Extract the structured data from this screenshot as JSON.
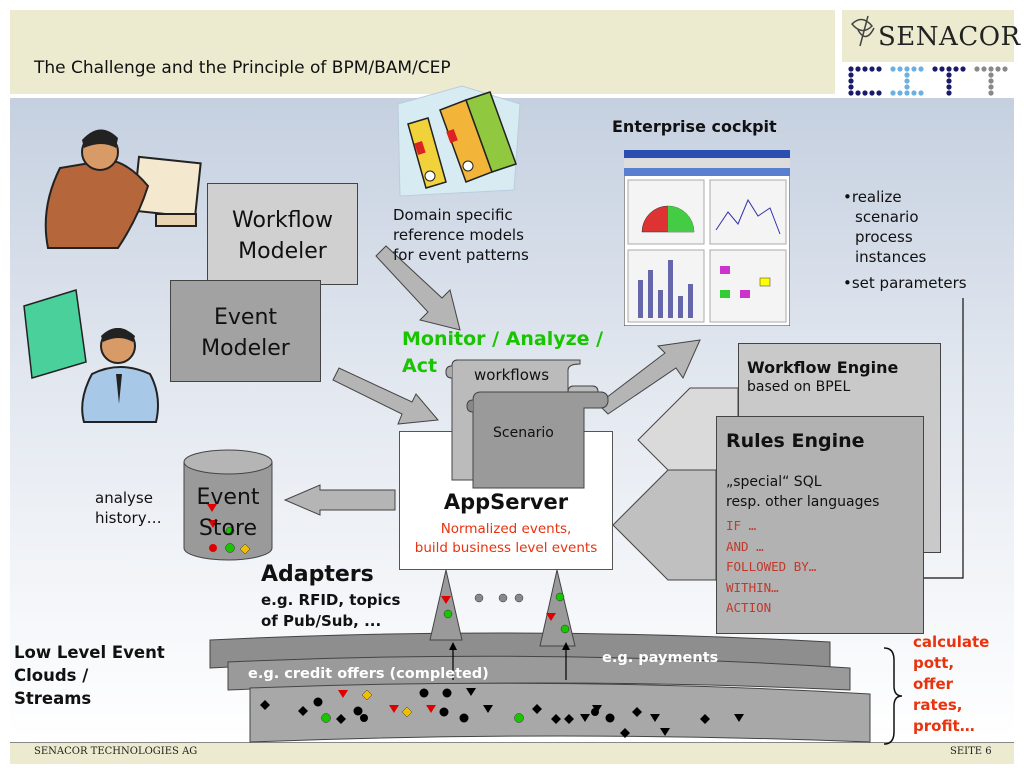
{
  "header": {
    "title": "The Challenge and the Principle of BPM/BAM/CEP"
  },
  "logo": {
    "company": "SENACOR",
    "partner": "CITT"
  },
  "footer": {
    "left": "SENACOR TECHNOLOGIES AG",
    "right": "SEITE 6"
  },
  "diagram": {
    "workflow_modeler": [
      "Workflow",
      "Modeler"
    ],
    "event_modeler": [
      "Event",
      "Modeler"
    ],
    "domain_models": [
      "Domain specific",
      "reference models",
      "for event patterns"
    ],
    "enterprise_cockpit": "Enterprise cockpit",
    "cockpit_bullets": [
      "realize scenario process instances",
      "set parameters"
    ],
    "monitor": [
      "Monitor / Analyze /",
      "Act"
    ],
    "workflows": "workflows",
    "scenario": "Scenario",
    "appserver": {
      "title": "AppServer",
      "subtitle": [
        "Normalized events,",
        "build business level events"
      ]
    },
    "workflow_engine": {
      "title": "Workflow Engine",
      "subtitle": "based on BPEL"
    },
    "rules_engine": {
      "title": "Rules Engine",
      "subtitle": [
        "„special“ SQL",
        "resp. other languages"
      ],
      "code": [
        "IF …",
        "AND …",
        "FOLLOWED BY…",
        "WITHIN…",
        "ACTION"
      ]
    },
    "event_store": [
      "Event",
      "Store"
    ],
    "analyse": [
      "analyse",
      "history…"
    ],
    "adapters": {
      "title": "Adapters",
      "subtitle": [
        "e.g. RFID, topics",
        "of Pub/Sub, ..."
      ]
    },
    "low_level": [
      "Low Level Event",
      "Clouds /",
      "Streams"
    ],
    "stream_credit": "e.g. credit offers (completed)",
    "stream_payments": "e.g. payments",
    "calculate": [
      "calculate",
      "pott,",
      "offer",
      "rates,",
      "profit…"
    ]
  },
  "colors": {
    "accent_green": "#19c400",
    "accent_red": "#e8330e",
    "code_red": "#c0392b"
  }
}
